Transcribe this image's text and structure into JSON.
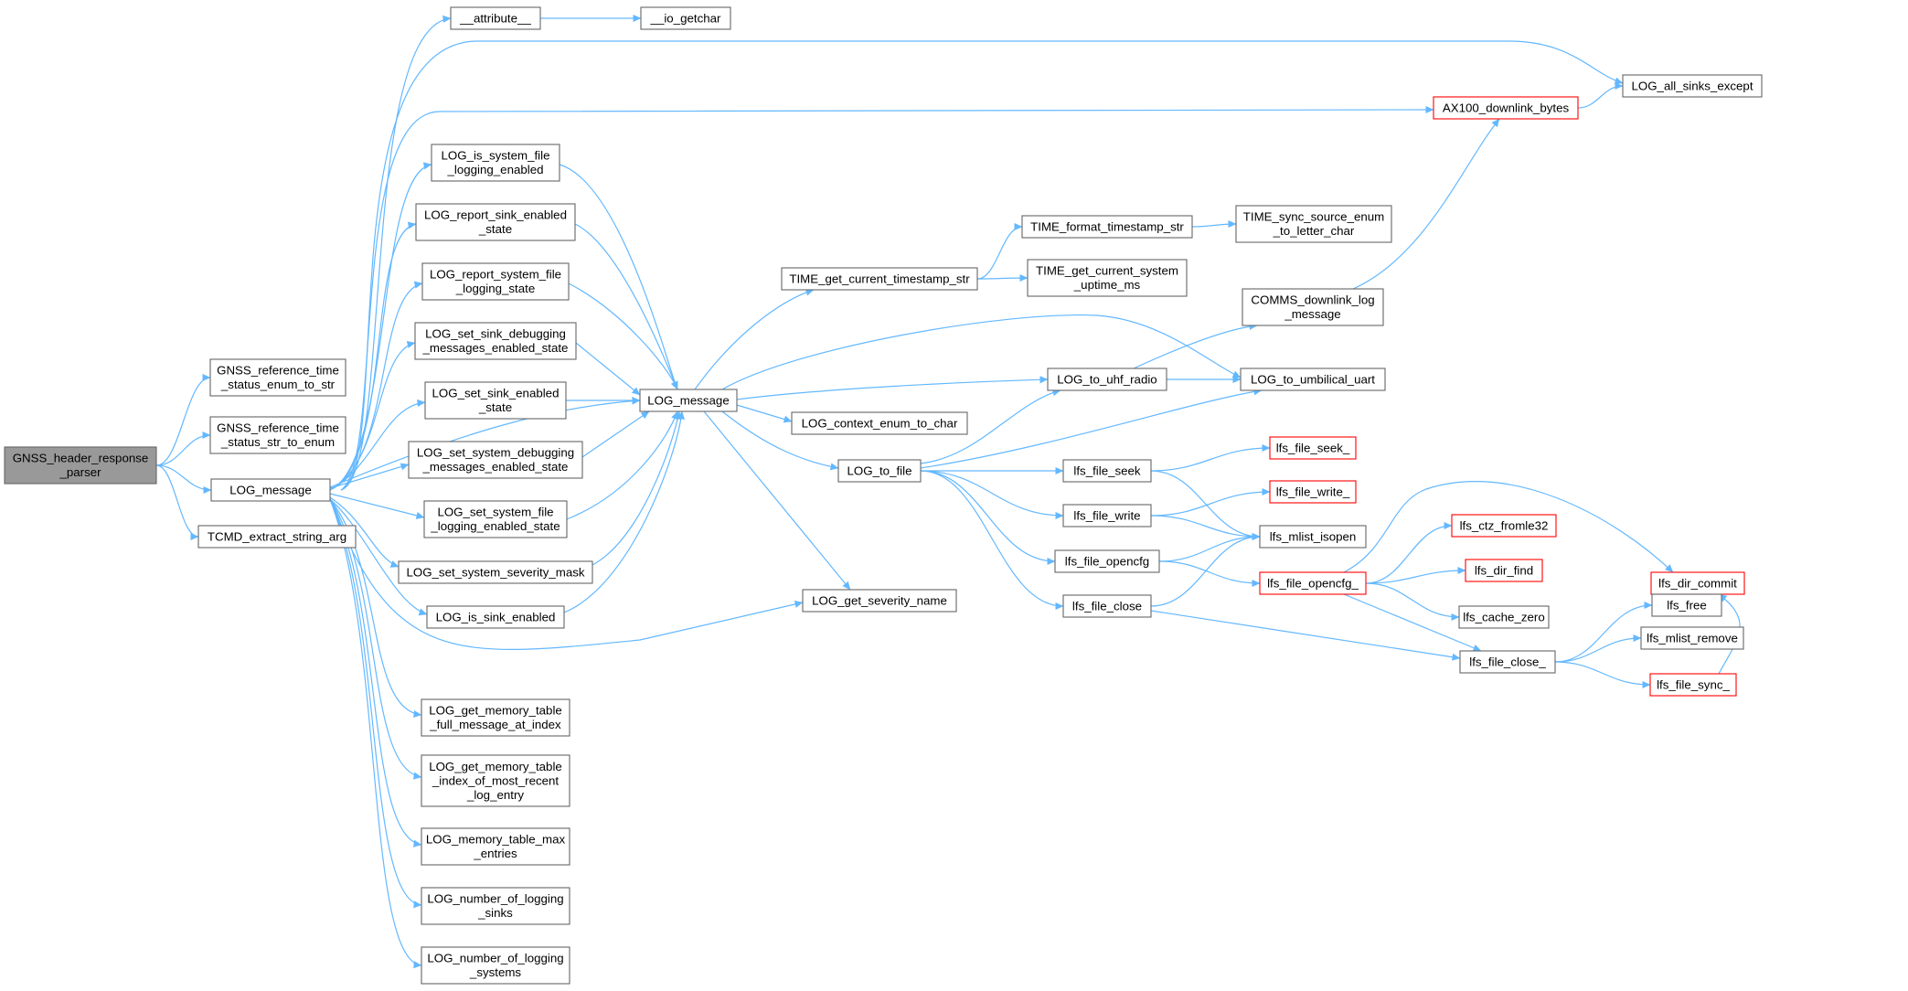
{
  "graph": {
    "edge_color": "#63b8ff",
    "node_border_color": "#666666",
    "highlight_border_color": "#ff0000",
    "root_fill_color": "#999999",
    "nodes": [
      {
        "id": "gnss_header_response_parser",
        "lines": [
          "GNSS_header_response",
          "_parser"
        ],
        "style": "root"
      },
      {
        "id": "gnss_reference_time_status_enum_to_str",
        "lines": [
          "GNSS_reference_time",
          "_status_enum_to_str"
        ],
        "style": "normal"
      },
      {
        "id": "gnss_reference_time_status_str_to_enum",
        "lines": [
          "GNSS_reference_time",
          "_status_str_to_enum"
        ],
        "style": "normal"
      },
      {
        "id": "log_message_wrapper",
        "lines": [
          "LOG_message"
        ],
        "style": "normal"
      },
      {
        "id": "tcmd_extract_string_arg",
        "lines": [
          "TCMD_extract_string_arg"
        ],
        "style": "normal"
      },
      {
        "id": "attribute",
        "lines": [
          "__attribute__"
        ],
        "style": "normal"
      },
      {
        "id": "io_getchar",
        "lines": [
          "__io_getchar"
        ],
        "style": "normal"
      },
      {
        "id": "log_all_sinks_except",
        "lines": [
          "LOG_all_sinks_except"
        ],
        "style": "normal"
      },
      {
        "id": "ax100_downlink_bytes",
        "lines": [
          "AX100_downlink_bytes"
        ],
        "style": "red"
      },
      {
        "id": "log_is_system_file_logging_enabled",
        "lines": [
          "LOG_is_system_file",
          "_logging_enabled"
        ],
        "style": "normal"
      },
      {
        "id": "log_report_sink_enabled_state",
        "lines": [
          "LOG_report_sink_enabled",
          "_state"
        ],
        "style": "normal"
      },
      {
        "id": "log_report_system_file_logging_state",
        "lines": [
          "LOG_report_system_file",
          "_logging_state"
        ],
        "style": "normal"
      },
      {
        "id": "log_set_sink_debugging_messages_enabled_state",
        "lines": [
          "LOG_set_sink_debugging",
          "_messages_enabled_state"
        ],
        "style": "normal"
      },
      {
        "id": "log_set_sink_enabled_state",
        "lines": [
          "LOG_set_sink_enabled",
          "_state"
        ],
        "style": "normal"
      },
      {
        "id": "log_set_system_debugging_messages_enabled_state",
        "lines": [
          "LOG_set_system_debugging",
          "_messages_enabled_state"
        ],
        "style": "normal"
      },
      {
        "id": "log_set_system_file_logging_enabled_state",
        "lines": [
          "LOG_set_system_file",
          "_logging_enabled_state"
        ],
        "style": "normal"
      },
      {
        "id": "log_set_system_severity_mask",
        "lines": [
          "LOG_set_system_severity_mask"
        ],
        "style": "normal"
      },
      {
        "id": "log_is_sink_enabled",
        "lines": [
          "LOG_is_sink_enabled"
        ],
        "style": "normal"
      },
      {
        "id": "log_get_memory_table_full_message_at_index",
        "lines": [
          "LOG_get_memory_table",
          "_full_message_at_index"
        ],
        "style": "normal"
      },
      {
        "id": "log_get_memory_table_index_of_most_recent_log_entry",
        "lines": [
          "LOG_get_memory_table",
          "_index_of_most_recent",
          "_log_entry"
        ],
        "style": "normal"
      },
      {
        "id": "log_memory_table_max_entries",
        "lines": [
          "LOG_memory_table_max",
          "_entries"
        ],
        "style": "normal"
      },
      {
        "id": "log_number_of_logging_sinks",
        "lines": [
          "LOG_number_of_logging",
          "_sinks"
        ],
        "style": "normal"
      },
      {
        "id": "log_number_of_logging_systems",
        "lines": [
          "LOG_number_of_logging",
          "_systems"
        ],
        "style": "normal"
      },
      {
        "id": "log_message_impl",
        "lines": [
          "LOG_message"
        ],
        "style": "normal"
      },
      {
        "id": "time_get_current_timestamp_str",
        "lines": [
          "TIME_get_current_timestamp_str"
        ],
        "style": "normal"
      },
      {
        "id": "time_format_timestamp_str",
        "lines": [
          "TIME_format_timestamp_str"
        ],
        "style": "normal"
      },
      {
        "id": "time_get_current_system_uptime_ms",
        "lines": [
          "TIME_get_current_system",
          "_uptime_ms"
        ],
        "style": "normal"
      },
      {
        "id": "time_sync_source_enum_to_letter_char",
        "lines": [
          "TIME_sync_source_enum",
          "_to_letter_char"
        ],
        "style": "normal"
      },
      {
        "id": "comms_downlink_log_message",
        "lines": [
          "COMMS_downlink_log",
          "_message"
        ],
        "style": "normal"
      },
      {
        "id": "log_context_enum_to_char",
        "lines": [
          "LOG_context_enum_to_char"
        ],
        "style": "normal"
      },
      {
        "id": "log_to_file",
        "lines": [
          "LOG_to_file"
        ],
        "style": "normal"
      },
      {
        "id": "log_get_severity_name",
        "lines": [
          "LOG_get_severity_name"
        ],
        "style": "normal"
      },
      {
        "id": "log_to_uhf_radio",
        "lines": [
          "LOG_to_uhf_radio"
        ],
        "style": "normal"
      },
      {
        "id": "log_to_umbilical_uart",
        "lines": [
          "LOG_to_umbilical_uart"
        ],
        "style": "normal"
      },
      {
        "id": "lfs_file_seek",
        "lines": [
          "lfs_file_seek"
        ],
        "style": "normal"
      },
      {
        "id": "lfs_file_write",
        "lines": [
          "lfs_file_write"
        ],
        "style": "normal"
      },
      {
        "id": "lfs_file_opencfg",
        "lines": [
          "lfs_file_opencfg"
        ],
        "style": "normal"
      },
      {
        "id": "lfs_file_close",
        "lines": [
          "lfs_file_close"
        ],
        "style": "normal"
      },
      {
        "id": "lfs_file_seek_",
        "lines": [
          "lfs_file_seek_"
        ],
        "style": "red"
      },
      {
        "id": "lfs_file_write_",
        "lines": [
          "lfs_file_write_"
        ],
        "style": "red"
      },
      {
        "id": "lfs_mlist_isopen",
        "lines": [
          "lfs_mlist_isopen"
        ],
        "style": "normal"
      },
      {
        "id": "lfs_file_opencfg_",
        "lines": [
          "lfs_file_opencfg_"
        ],
        "style": "red"
      },
      {
        "id": "lfs_ctz_fromle32",
        "lines": [
          "lfs_ctz_fromle32"
        ],
        "style": "red"
      },
      {
        "id": "lfs_dir_find",
        "lines": [
          "lfs_dir_find"
        ],
        "style": "red"
      },
      {
        "id": "lfs_cache_zero",
        "lines": [
          "lfs_cache_zero"
        ],
        "style": "normal"
      },
      {
        "id": "lfs_dir_commit",
        "lines": [
          "lfs_dir_commit"
        ],
        "style": "red"
      },
      {
        "id": "lfs_file_close_",
        "lines": [
          "lfs_file_close_"
        ],
        "style": "normal"
      },
      {
        "id": "lfs_free",
        "lines": [
          "lfs_free"
        ],
        "style": "normal"
      },
      {
        "id": "lfs_mlist_remove",
        "lines": [
          "lfs_mlist_remove"
        ],
        "style": "normal"
      },
      {
        "id": "lfs_file_sync_",
        "lines": [
          "lfs_file_sync_"
        ],
        "style": "red"
      }
    ],
    "edges": [
      [
        "gnss_header_response_parser",
        "gnss_reference_time_status_enum_to_str"
      ],
      [
        "gnss_header_response_parser",
        "gnss_reference_time_status_str_to_enum"
      ],
      [
        "gnss_header_response_parser",
        "log_message_wrapper"
      ],
      [
        "gnss_header_response_parser",
        "tcmd_extract_string_arg"
      ],
      [
        "log_message_wrapper",
        "attribute"
      ],
      [
        "log_message_wrapper",
        "log_all_sinks_except"
      ],
      [
        "log_message_wrapper",
        "ax100_downlink_bytes"
      ],
      [
        "log_message_wrapper",
        "log_is_system_file_logging_enabled"
      ],
      [
        "log_message_wrapper",
        "log_report_sink_enabled_state"
      ],
      [
        "log_message_wrapper",
        "log_report_system_file_logging_state"
      ],
      [
        "log_message_wrapper",
        "log_set_sink_debugging_messages_enabled_state"
      ],
      [
        "log_message_wrapper",
        "log_set_sink_enabled_state"
      ],
      [
        "log_message_wrapper",
        "log_set_system_debugging_messages_enabled_state"
      ],
      [
        "log_message_wrapper",
        "log_set_system_file_logging_enabled_state"
      ],
      [
        "log_message_wrapper",
        "log_set_system_severity_mask"
      ],
      [
        "log_message_wrapper",
        "log_is_sink_enabled"
      ],
      [
        "log_message_wrapper",
        "log_get_memory_table_full_message_at_index"
      ],
      [
        "log_message_wrapper",
        "log_get_memory_table_index_of_most_recent_log_entry"
      ],
      [
        "log_message_wrapper",
        "log_memory_table_max_entries"
      ],
      [
        "log_message_wrapper",
        "log_number_of_logging_sinks"
      ],
      [
        "log_message_wrapper",
        "log_number_of_logging_systems"
      ],
      [
        "log_message_wrapper",
        "log_get_severity_name"
      ],
      [
        "log_message_wrapper",
        "log_message_impl"
      ],
      [
        "attribute",
        "io_getchar"
      ],
      [
        "ax100_downlink_bytes",
        "log_all_sinks_except"
      ],
      [
        "log_is_system_file_logging_enabled",
        "log_message_impl"
      ],
      [
        "log_report_sink_enabled_state",
        "log_message_impl"
      ],
      [
        "log_report_system_file_logging_state",
        "log_message_impl"
      ],
      [
        "log_set_sink_debugging_messages_enabled_state",
        "log_message_impl"
      ],
      [
        "log_set_sink_enabled_state",
        "log_message_impl"
      ],
      [
        "log_set_system_debugging_messages_enabled_state",
        "log_message_impl"
      ],
      [
        "log_set_system_file_logging_enabled_state",
        "log_message_impl"
      ],
      [
        "log_set_system_severity_mask",
        "log_message_impl"
      ],
      [
        "log_is_sink_enabled",
        "log_message_impl"
      ],
      [
        "log_message_impl",
        "time_get_current_timestamp_str"
      ],
      [
        "log_message_impl",
        "log_context_enum_to_char"
      ],
      [
        "log_message_impl",
        "log_to_file"
      ],
      [
        "log_message_impl",
        "log_get_severity_name"
      ],
      [
        "log_message_impl",
        "log_to_uhf_radio"
      ],
      [
        "log_message_impl",
        "log_to_umbilical_uart"
      ],
      [
        "time_get_current_timestamp_str",
        "time_format_timestamp_str"
      ],
      [
        "time_get_current_timestamp_str",
        "time_get_current_system_uptime_ms"
      ],
      [
        "time_format_timestamp_str",
        "time_sync_source_enum_to_letter_char"
      ],
      [
        "comms_downlink_log_message",
        "ax100_downlink_bytes"
      ],
      [
        "log_to_uhf_radio",
        "comms_downlink_log_message"
      ],
      [
        "log_to_uhf_radio",
        "log_to_umbilical_uart"
      ],
      [
        "log_to_file",
        "log_to_uhf_radio"
      ],
      [
        "log_to_file",
        "log_to_umbilical_uart"
      ],
      [
        "log_to_file",
        "lfs_file_seek"
      ],
      [
        "log_to_file",
        "lfs_file_write"
      ],
      [
        "log_to_file",
        "lfs_file_opencfg"
      ],
      [
        "log_to_file",
        "lfs_file_close"
      ],
      [
        "lfs_file_seek",
        "lfs_file_seek_"
      ],
      [
        "lfs_file_seek",
        "lfs_mlist_isopen"
      ],
      [
        "lfs_file_write",
        "lfs_file_write_"
      ],
      [
        "lfs_file_write",
        "lfs_mlist_isopen"
      ],
      [
        "lfs_file_opencfg",
        "lfs_mlist_isopen"
      ],
      [
        "lfs_file_opencfg",
        "lfs_file_opencfg_"
      ],
      [
        "lfs_file_close",
        "lfs_mlist_isopen"
      ],
      [
        "lfs_file_close",
        "lfs_file_close_"
      ],
      [
        "lfs_file_opencfg_",
        "lfs_ctz_fromle32"
      ],
      [
        "lfs_file_opencfg_",
        "lfs_dir_find"
      ],
      [
        "lfs_file_opencfg_",
        "lfs_cache_zero"
      ],
      [
        "lfs_file_opencfg_",
        "lfs_dir_commit"
      ],
      [
        "lfs_file_opencfg_",
        "lfs_file_close_"
      ],
      [
        "lfs_file_close_",
        "lfs_free"
      ],
      [
        "lfs_file_close_",
        "lfs_mlist_remove"
      ],
      [
        "lfs_file_close_",
        "lfs_file_sync_"
      ],
      [
        "lfs_file_sync_",
        "lfs_dir_commit"
      ]
    ]
  }
}
